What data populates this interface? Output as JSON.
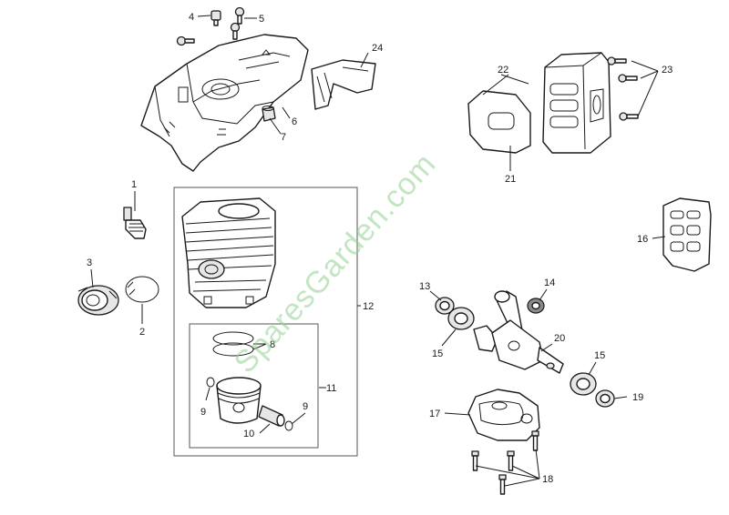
{
  "watermark": {
    "text": "SparesGarden.com",
    "color": "#8fcf8f"
  },
  "callouts": {
    "c1": "1",
    "c2": "2",
    "c3": "3",
    "c4": "4",
    "c5": "5",
    "c6": "6",
    "c7": "7",
    "c8": "8",
    "c9a": "9",
    "c9b": "9",
    "c10": "10",
    "c11": "11",
    "c12": "12",
    "c13": "13",
    "c14": "14",
    "c15a": "15",
    "c15b": "15",
    "c16": "16",
    "c17": "17",
    "c18": "18",
    "c19": "19",
    "c20": "20",
    "c21": "21",
    "c22": "22",
    "c23": "23",
    "c24": "24"
  }
}
